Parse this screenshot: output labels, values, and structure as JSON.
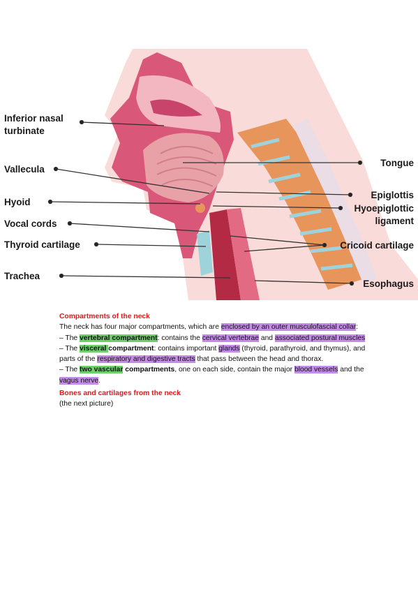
{
  "figure": {
    "labels": {
      "inferior_nasal_turbinate_1": "Inferior nasal",
      "inferior_nasal_turbinate_2": "turbinate",
      "vallecula": "Vallecula",
      "hyoid": "Hyoid",
      "vocal_cords": "Vocal cords",
      "thyroid_cartilage": "Thyroid cartilage",
      "trachea": "Trachea",
      "tongue": "Tongue",
      "epiglottis": "Epiglottis",
      "hyoepiglottic_1": "Hyoepiglottic",
      "hyoepiglottic_2": "ligament",
      "cricoid_cartilage": "Cricoid cartilage",
      "esophagus": "Esophagus"
    },
    "colors": {
      "tissue_pink": "#d9587a",
      "tissue_light": "#f2b7c0",
      "skin": "#f9dbd9",
      "bone": "#e8955b",
      "cartilage_blue": "#9fd3dc",
      "trachea_red": "#b32a45"
    }
  },
  "notes": {
    "heading1": "Compartments of the neck",
    "para1": {
      "t1": "The neck has four major compartments, which are ",
      "h1": "enclosed by an outer musculofascial collar",
      "t2": ":"
    },
    "item1": {
      "t1": "– The ",
      "h1": "vertebral compartment",
      "t2": ": contains the ",
      "h2": "cervical vertebrae",
      "t3": " and ",
      "h3": "associated postural muscles",
      "t4": ""
    },
    "item2": {
      "t1": "– The ",
      "h1": "visceral ",
      "b1": "compartment",
      "t2": ": contains important ",
      "h2": "glands",
      "t3": " (thyroid, parathyroid, and thymus), and parts of the ",
      "h3": "respiratory and digestive tracts",
      "t4": " that pass between the head and thorax."
    },
    "item3": {
      "t1": "– The ",
      "h1": "two vascular",
      "b1": " compartments",
      "t2": ", one on each side, contain the major ",
      "h2": "blood vessels",
      "t3": " and the ",
      "h3": "vagus nerve",
      "t4": "."
    },
    "heading2": "Bones and cartilages from the neck",
    "para2": "(the next picture)"
  }
}
